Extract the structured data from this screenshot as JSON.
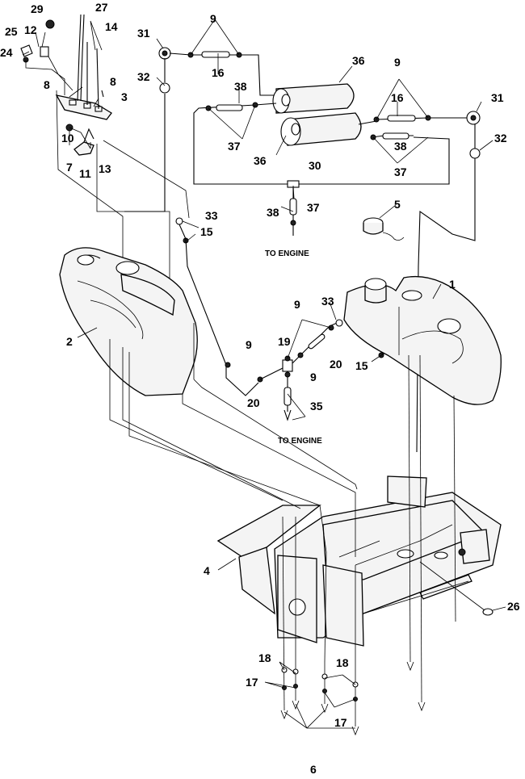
{
  "callouts": {
    "c1": "1",
    "c2": "2",
    "c3": "3",
    "c4": "4",
    "c5": "5",
    "c6": "6",
    "c7": "7",
    "c8a": "8",
    "c8b": "8",
    "c9a": "9",
    "c9b": "9",
    "c9c": "9",
    "c9d": "9",
    "c9e": "9",
    "c10": "10",
    "c11": "11",
    "c12": "12",
    "c13": "13",
    "c14": "14",
    "c15a": "15",
    "c15b": "15",
    "c16a": "16",
    "c16b": "16",
    "c17a": "17",
    "c17b": "17",
    "c18a": "18",
    "c18b": "18",
    "c19": "19",
    "c20a": "20",
    "c20b": "20",
    "c24": "24",
    "c25": "25",
    "c26": "26",
    "c27": "27",
    "c29": "29",
    "c30": "30",
    "c31a": "31",
    "c31b": "31",
    "c32a": "32",
    "c32b": "32",
    "c33a": "33",
    "c33b": "33",
    "c35": "35",
    "c36a": "36",
    "c36b": "36",
    "c37a": "37",
    "c37b": "37",
    "c37c": "37",
    "c38a": "38",
    "c38b": "38",
    "c38c": "38"
  },
  "captions": {
    "to_engine_top": "TO ENGINE",
    "to_engine_bottom": "TO ENGINE"
  }
}
